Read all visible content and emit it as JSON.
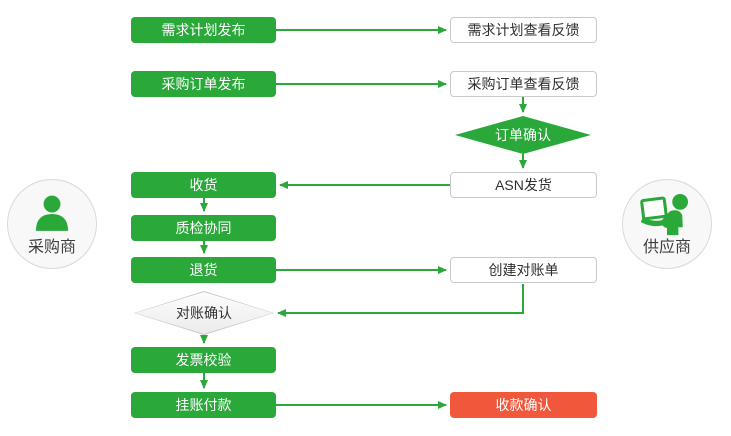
{
  "palette": {
    "green": "#2aa93a",
    "red": "#f1573a",
    "line_green": "#2aa93a",
    "box_border": "#c9c9c9"
  },
  "actors": {
    "buyer": {
      "label": "采购商",
      "icon": "person-icon"
    },
    "supplier": {
      "label": "供应商",
      "icon": "person-laptop-icon"
    }
  },
  "nodes": {
    "demand_plan_publish": {
      "label": "需求计划发布",
      "type": "process",
      "actor": "buyer"
    },
    "po_publish": {
      "label": "采购订单发布",
      "type": "process",
      "actor": "buyer"
    },
    "receive_goods": {
      "label": "收货",
      "type": "process",
      "actor": "buyer"
    },
    "quality_collab": {
      "label": "质检协同",
      "type": "process",
      "actor": "buyer"
    },
    "return_goods": {
      "label": "退货",
      "type": "process",
      "actor": "buyer"
    },
    "recon_confirm": {
      "label": "对账确认",
      "type": "decision",
      "actor": "buyer"
    },
    "invoice_check": {
      "label": "发票校验",
      "type": "process",
      "actor": "buyer"
    },
    "book_payment": {
      "label": "挂账付款",
      "type": "process",
      "actor": "buyer"
    },
    "demand_plan_feedback": {
      "label": "需求计划查看反馈",
      "type": "process",
      "actor": "supplier"
    },
    "po_feedback": {
      "label": "采购订单查看反馈",
      "type": "process",
      "actor": "supplier"
    },
    "order_confirm": {
      "label": "订单确认",
      "type": "decision",
      "actor": "supplier"
    },
    "asn_ship": {
      "label": "ASN发货",
      "type": "process",
      "actor": "supplier"
    },
    "create_recon": {
      "label": "创建对账单",
      "type": "process",
      "actor": "supplier"
    },
    "payment_confirm": {
      "label": "收款确认",
      "type": "process-highlight",
      "actor": "supplier"
    }
  },
  "edges": [
    {
      "from": "demand_plan_publish",
      "to": "demand_plan_feedback"
    },
    {
      "from": "po_publish",
      "to": "po_feedback"
    },
    {
      "from": "po_feedback",
      "to": "order_confirm"
    },
    {
      "from": "order_confirm",
      "to": "asn_ship"
    },
    {
      "from": "asn_ship",
      "to": "receive_goods"
    },
    {
      "from": "receive_goods",
      "to": "quality_collab"
    },
    {
      "from": "quality_collab",
      "to": "return_goods"
    },
    {
      "from": "return_goods",
      "to": "create_recon"
    },
    {
      "from": "create_recon",
      "to": "recon_confirm"
    },
    {
      "from": "recon_confirm",
      "to": "invoice_check"
    },
    {
      "from": "invoice_check",
      "to": "book_payment"
    },
    {
      "from": "book_payment",
      "to": "payment_confirm"
    }
  ]
}
